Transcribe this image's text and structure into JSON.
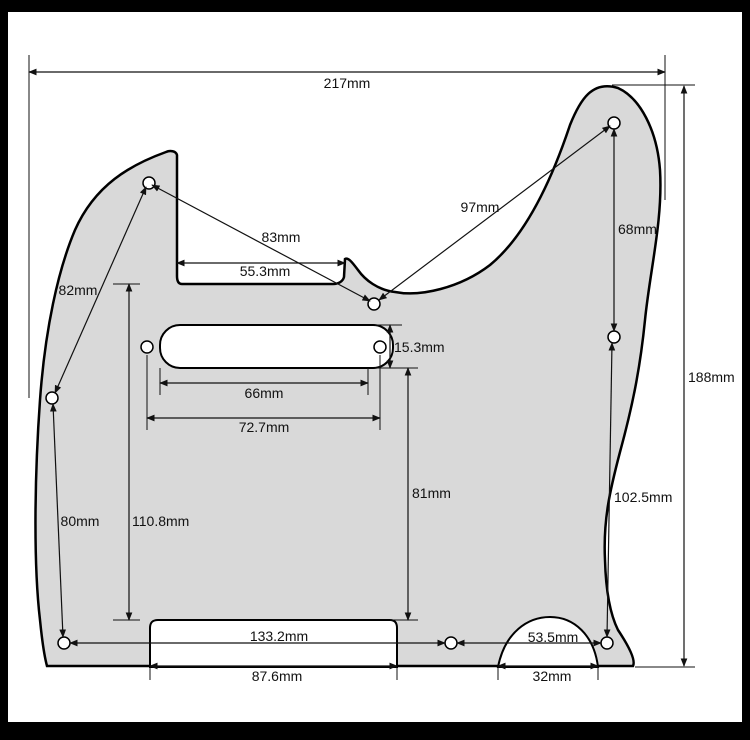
{
  "diagram": {
    "colors": {
      "frame": "#000000",
      "paper": "#ffffff",
      "guard_fill": "#d9d9d9",
      "outline": "#000000",
      "dimension_line": "#111111"
    },
    "dimensions": {
      "overall_width": "217mm",
      "overall_height": "188mm",
      "top_left_to_right_holes": "83mm",
      "neck_notch_width": "55.3mm",
      "upper_right_to_mid_holes": "97mm",
      "left_upper_holes": "82mm",
      "right_upper_holes": "68mm",
      "pickup_height": "15.3mm",
      "pickup_length": "66mm",
      "pickup_hole_spacing": "72.7mm",
      "left_lower_holes": "80mm",
      "cavity_height": "110.8mm",
      "right_cavity_to_bottom": "81mm",
      "right_lower_holes": "102.5mm",
      "bottom_slot_width": "133.2mm",
      "bottom_right_holes": "53.5mm",
      "bottom_slot_length": "87.6mm",
      "jack_cutout_width": "32mm"
    }
  }
}
